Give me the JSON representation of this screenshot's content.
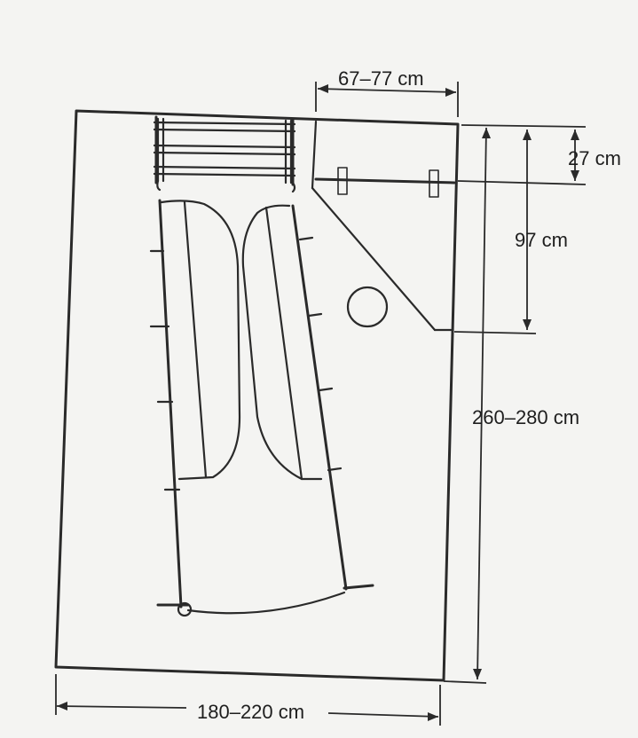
{
  "dimensions": {
    "top_width": "67–77 cm",
    "top_depth": "27 cm",
    "incline_depth": "97 cm",
    "total_length": "260–280 cm",
    "total_width": "180–220 cm"
  },
  "colors": {
    "background": "#f4f4f2",
    "ink": "#2a2a2a"
  }
}
